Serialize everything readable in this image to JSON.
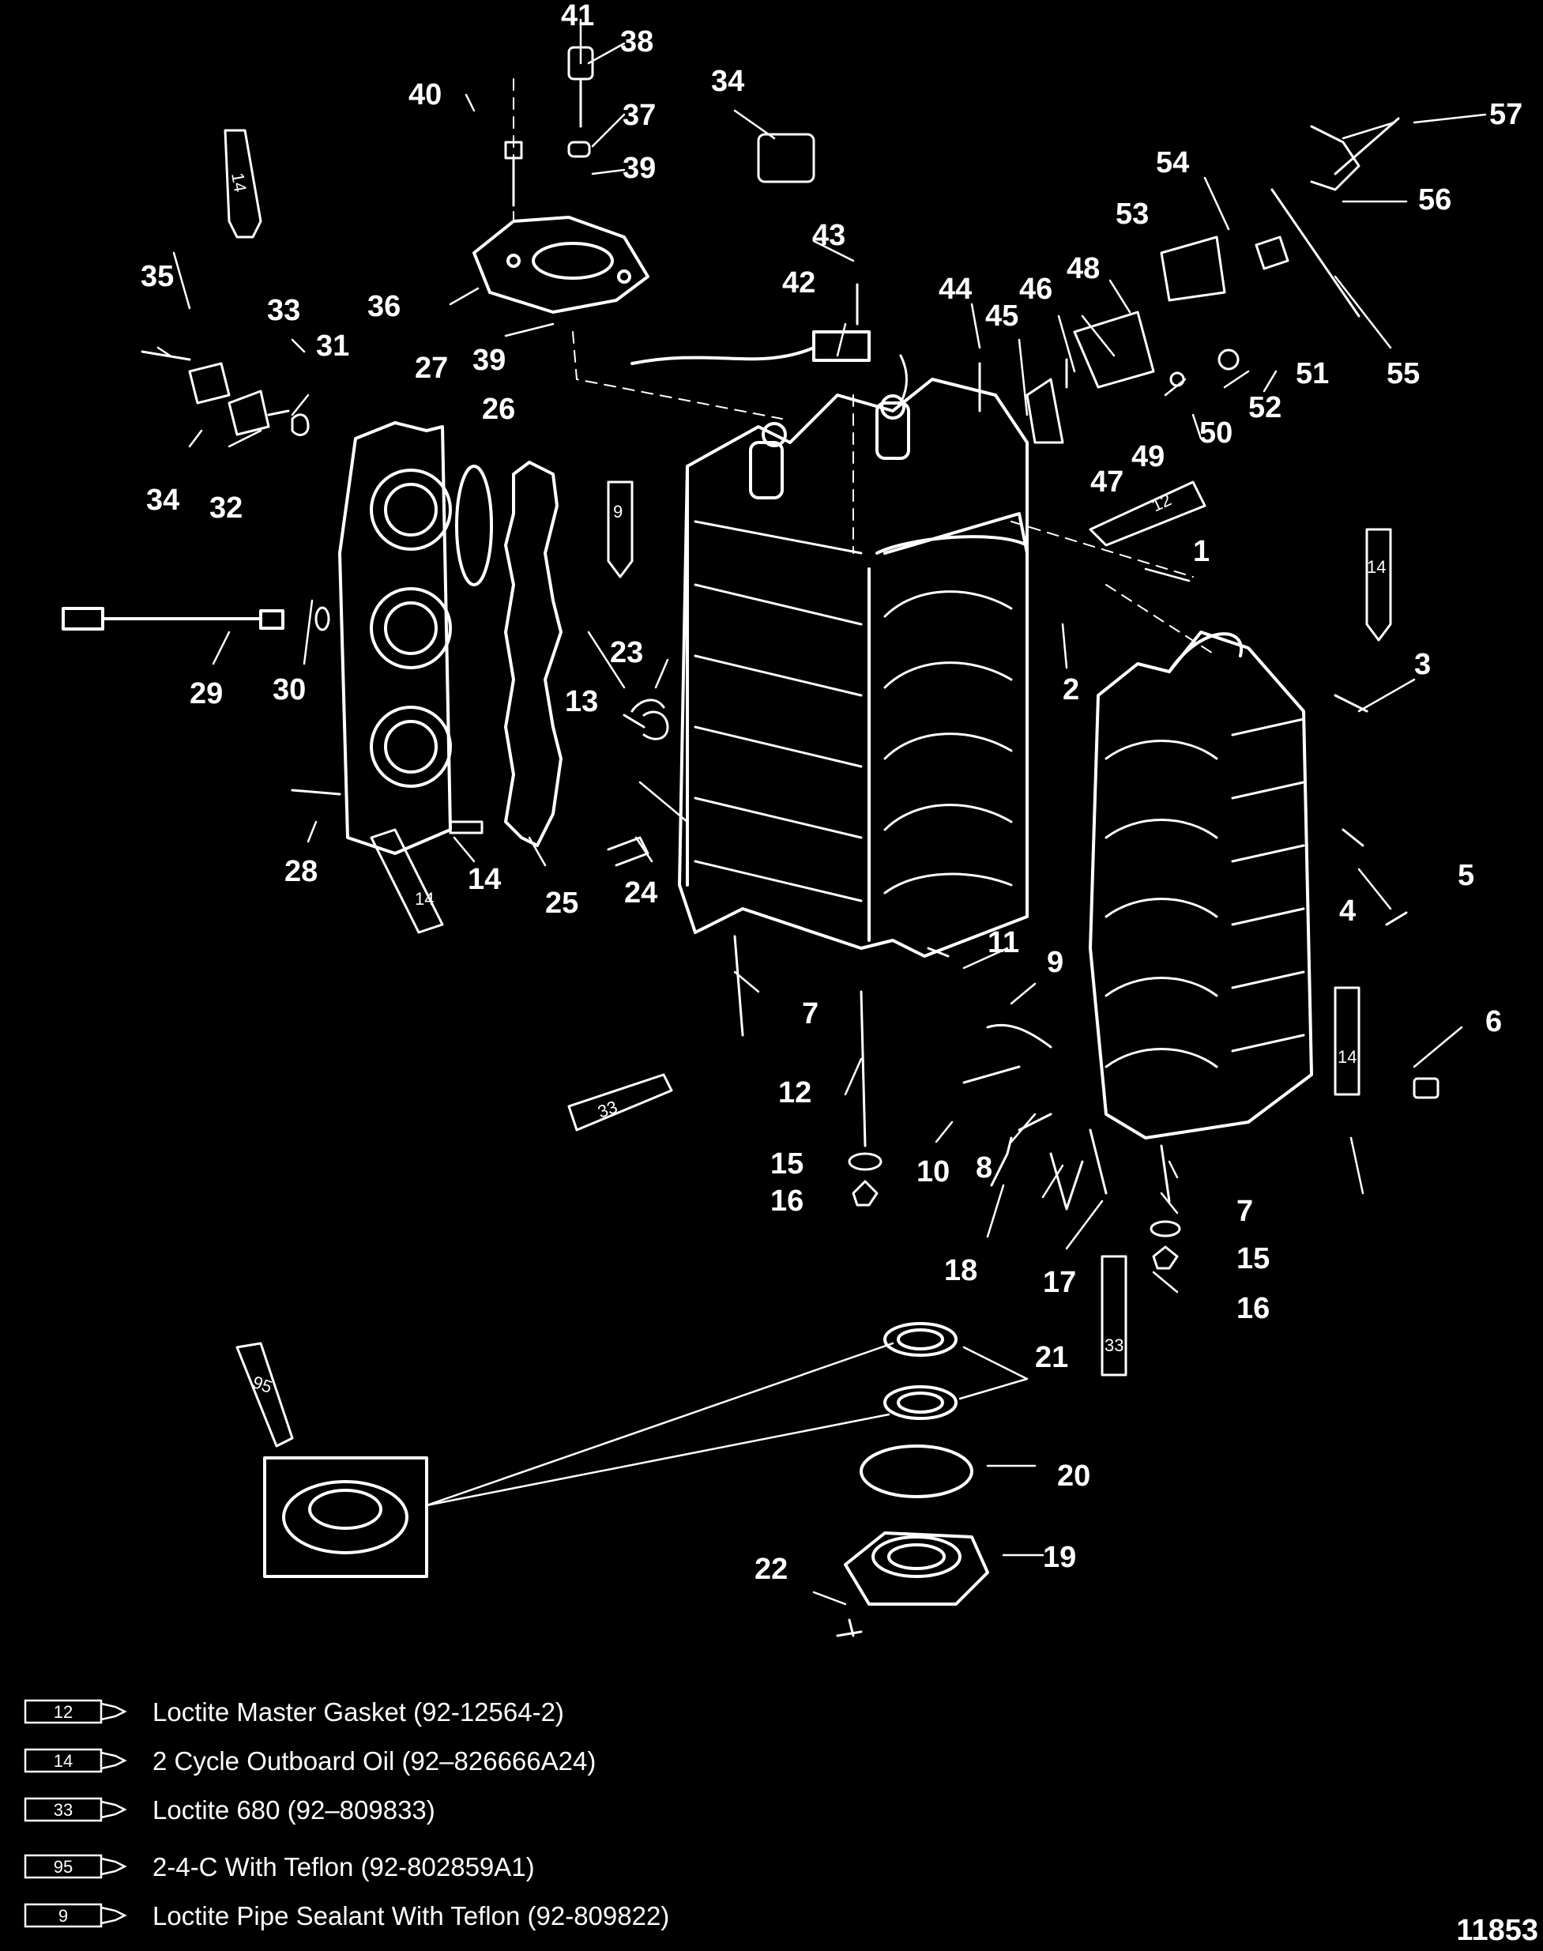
{
  "callouts": [
    {
      "n": "1"
    },
    {
      "n": "2"
    },
    {
      "n": "3"
    },
    {
      "n": "4"
    },
    {
      "n": "5"
    },
    {
      "n": "6"
    },
    {
      "n": "7"
    },
    {
      "n": "7"
    },
    {
      "n": "8"
    },
    {
      "n": "9"
    },
    {
      "n": "10"
    },
    {
      "n": "11"
    },
    {
      "n": "12"
    },
    {
      "n": "13"
    },
    {
      "n": "14"
    },
    {
      "n": "15"
    },
    {
      "n": "15"
    },
    {
      "n": "16"
    },
    {
      "n": "16"
    },
    {
      "n": "17"
    },
    {
      "n": "18"
    },
    {
      "n": "19"
    },
    {
      "n": "20"
    },
    {
      "n": "21"
    },
    {
      "n": "22"
    },
    {
      "n": "23"
    },
    {
      "n": "24"
    },
    {
      "n": "25"
    },
    {
      "n": "26"
    },
    {
      "n": "27"
    },
    {
      "n": "28"
    },
    {
      "n": "29"
    },
    {
      "n": "30"
    },
    {
      "n": "31"
    },
    {
      "n": "32"
    },
    {
      "n": "33"
    },
    {
      "n": "34"
    },
    {
      "n": "34"
    },
    {
      "n": "35"
    },
    {
      "n": "36"
    },
    {
      "n": "37"
    },
    {
      "n": "38"
    },
    {
      "n": "39"
    },
    {
      "n": "39"
    },
    {
      "n": "40"
    },
    {
      "n": "41"
    },
    {
      "n": "42"
    },
    {
      "n": "43"
    },
    {
      "n": "44"
    },
    {
      "n": "45"
    },
    {
      "n": "46"
    },
    {
      "n": "47"
    },
    {
      "n": "48"
    },
    {
      "n": "49"
    },
    {
      "n": "50"
    },
    {
      "n": "51"
    },
    {
      "n": "52"
    },
    {
      "n": "53"
    },
    {
      "n": "54"
    },
    {
      "n": "55"
    },
    {
      "n": "56"
    },
    {
      "n": "57"
    }
  ],
  "tube_markers": [
    "14",
    "9",
    "12",
    "14",
    "14",
    "14",
    "33",
    "33",
    "95"
  ],
  "legend": [
    {
      "code": "12",
      "text": "Loctite Master Gasket (92-12564-2)"
    },
    {
      "code": "14",
      "text": "2 Cycle Outboard Oil (92–826666A24)"
    },
    {
      "code": "33",
      "text": "Loctite 680 (92–809833)"
    },
    {
      "code": "95",
      "text": "2-4-C With Teflon (92-802859A1)"
    },
    {
      "code": "9",
      "text": "Loctite Pipe Sealant With Teflon (92-809822)"
    }
  ],
  "figure_id": "11853"
}
